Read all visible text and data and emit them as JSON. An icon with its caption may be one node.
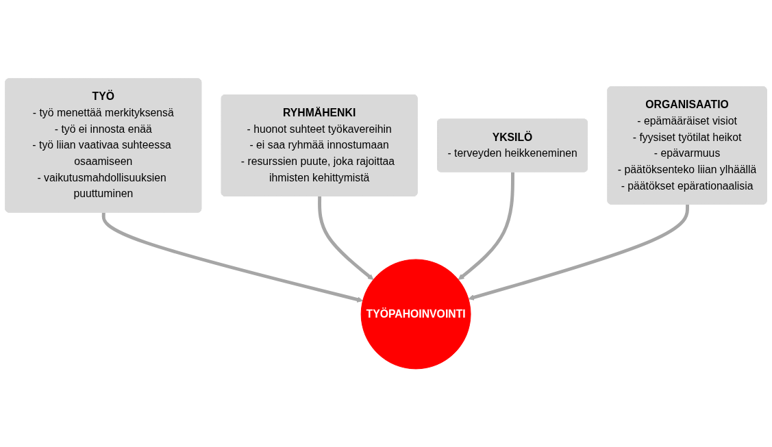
{
  "diagram": {
    "nodes": [
      {
        "text": [
          "TYÖ",
          "- työ menettää merkityksensä",
          "- työ ei innosta enää",
          "- työ liian vaativaa suhteessa osaamiseen",
          "- vaikutusmahdollisuuksien puuttuminen"
        ]
      },
      {
        "text": [
          "RYHMÄHENKI",
          "- huonot suhteet työkavereihin",
          "- ei saa ryhmää innostumaan",
          "- resurssien puute, joka rajoittaa ihmisten kehittymistä"
        ]
      },
      {
        "text": [
          "YKSILÖ",
          "- terveyden heikkeneminen"
        ]
      },
      {
        "text": [
          "ORGANISAATIO",
          "- epämääräiset visiot",
          "- fyysiset työtilat heikot",
          "- epävarmuus",
          "- päätöksenteko liian ylhäällä",
          "- päätökset epärationaalisia"
        ]
      },
      {
        "text": [
          "TYÖPAHOINVOINTI"
        ]
      }
    ],
    "edges": [
      {
        "from": 0,
        "to": 4,
        "arrow": "to"
      },
      {
        "from": 1,
        "to": 4,
        "arrow": "to"
      },
      {
        "from": 2,
        "to": 4,
        "arrow": "to"
      },
      {
        "from": 3,
        "to": 4,
        "arrow": "to"
      }
    ]
  }
}
